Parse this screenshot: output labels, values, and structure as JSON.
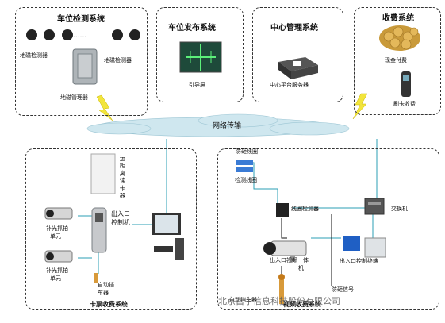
{
  "detect": {
    "title": "车位检测系统",
    "sensor_a": "地磁检测器",
    "sensor_b": "地磁检测器",
    "dots": "......",
    "manager": "地磁管理器"
  },
  "publish": {
    "title": "车位发布系统",
    "device": "引导屏"
  },
  "center": {
    "title": "中心管理系统",
    "device": "中心平台服务器"
  },
  "fee": {
    "title": "收费系统",
    "cash": "现金付费",
    "card": "刷卡收费"
  },
  "network": {
    "label": "网络传输"
  },
  "card_sys": {
    "title": "卡票收费系统",
    "reader": "远距离读卡器",
    "controller_a": "出入口",
    "controller_b": "控制机",
    "cam1_a": "补光抓拍",
    "cam1_b": "单元",
    "cam2_a": "补光抓拍",
    "cam2_b": "单元",
    "barrier_a": "自动挡",
    "barrier_b": "车器"
  },
  "video_sys": {
    "title": "视频收费系统",
    "loop": "防砸线圈",
    "loop2": "检测线圈",
    "loop_detector": "线圈检测器",
    "switch": "交换机",
    "camera_a": "出入口视频一体",
    "camera_b": "机",
    "terminal": "出入口控制终端",
    "barrier": "电动挡车器",
    "anti_smash": "防砸信号"
  },
  "watermark": "北京富宇信息科技股份有限公司"
}
